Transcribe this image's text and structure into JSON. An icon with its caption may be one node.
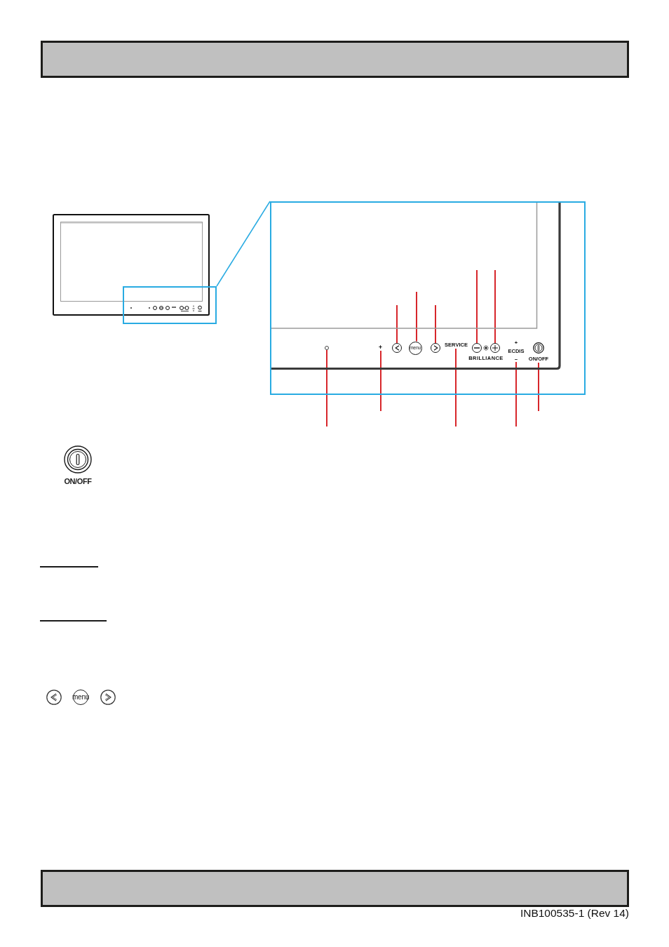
{
  "diagram": {
    "nodes": [
      {
        "text": [],
        "shape": "box"
      },
      {
        "text": [],
        "shape": "box"
      },
      {
        "text": [],
        "shape": "circle",
        "in": 1
      },
      {
        "text": [
          "+"
        ],
        "in": 1
      },
      {
        "text": [],
        "shape": "circle",
        "in": 1
      },
      {
        "text": [
          "menu"
        ],
        "in": 1
      },
      {
        "text": [],
        "shape": "circle",
        "in": 1
      },
      {
        "text": [
          "SERVICE"
        ],
        "in": 1
      },
      {
        "text": [],
        "shape": "circle",
        "in": 1
      },
      {
        "text": [],
        "shape": "circle",
        "in": 1
      },
      {
        "text": [
          "+",
          "ECDIS",
          "−"
        ],
        "in": 1
      },
      {
        "text": [
          "ON/OFF"
        ],
        "in": 1
      }
    ],
    "edges": [
      {
        "from": 0,
        "to": 1,
        "arrow": "none",
        "color": "#29abe2"
      },
      {
        "from": null,
        "to": 4,
        "arrow": "none"
      },
      {
        "from": null,
        "to": 5,
        "arrow": "none"
      },
      {
        "from": null,
        "to": 6,
        "arrow": "none"
      },
      {
        "from": null,
        "to": 8,
        "arrow": "none"
      },
      {
        "from": null,
        "to": 9,
        "arrow": "none"
      },
      {
        "from": null,
        "to": 2,
        "arrow": "none"
      },
      {
        "from": null,
        "to": 3,
        "arrow": "none"
      },
      {
        "from": null,
        "to": 7,
        "arrow": "none"
      },
      {
        "from": null,
        "to": 10,
        "arrow": "none"
      },
      {
        "from": null,
        "to": 11,
        "arrow": "none"
      }
    ],
    "labels": [
      "BRILLIANCE",
      "ON/OFF",
      "menu",
      "INB100535-1 (Rev 14)"
    ]
  }
}
